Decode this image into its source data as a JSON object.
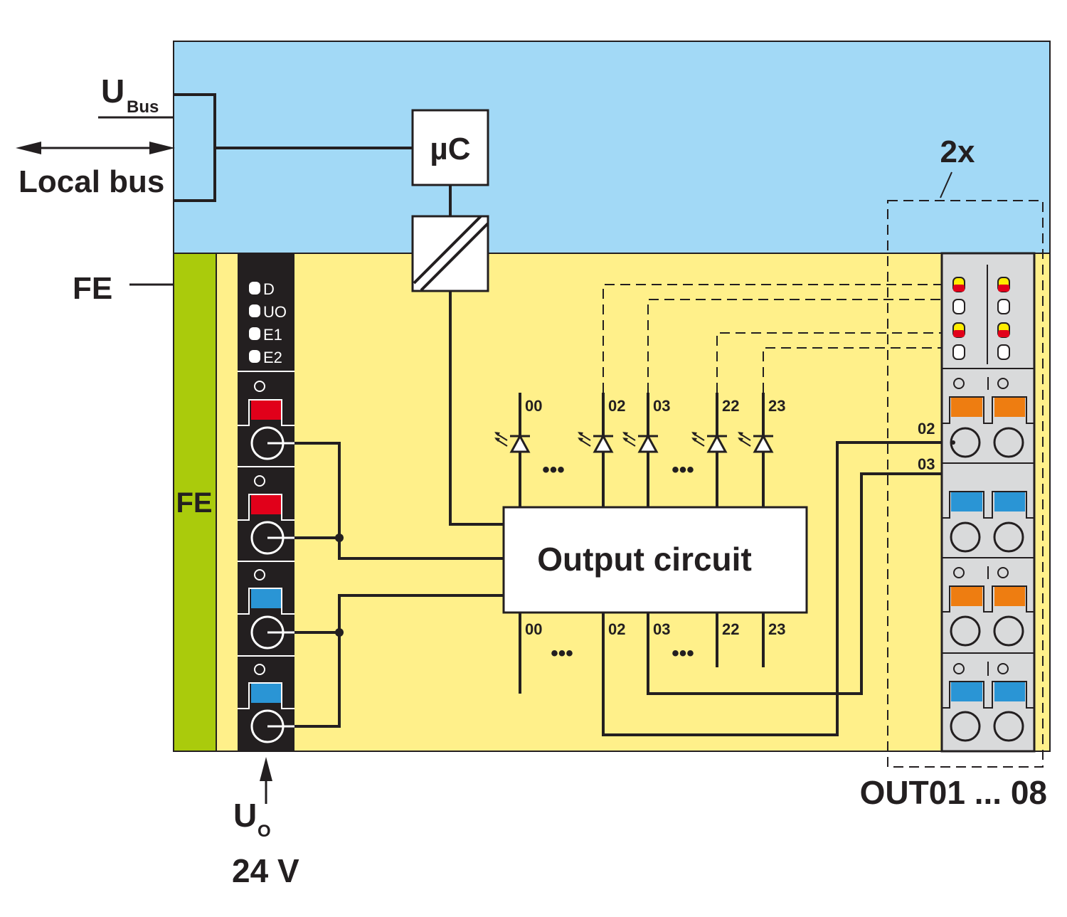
{
  "labels": {
    "u_bus": "U",
    "u_bus_sub": "Bus",
    "local_bus": "Local bus",
    "fe_left": "FE",
    "fe_strip": "FE",
    "microcontroller": "µC",
    "output_circuit": "Output circuit",
    "multiplier": "2x",
    "outputs_range": "OUT01 ... 08",
    "u_o": "U",
    "u_o_sub": "O",
    "supply_voltage": "24 V",
    "ellipsis": "•••"
  },
  "status_leds": [
    "D",
    "UO",
    "E1",
    "E2"
  ],
  "upper_channels": [
    "00",
    "02",
    "03",
    "22",
    "23"
  ],
  "lower_channels": [
    "00",
    "02",
    "03",
    "22",
    "23"
  ],
  "connector_pins": [
    "02",
    "03"
  ],
  "colors": {
    "bus_area": "#a2d9f6",
    "logic_area": "#fff08a",
    "fe_strip": "#aacb0c",
    "terminal_block": "#231f20",
    "red_terminal": "#e1001a",
    "blue_terminal": "#2a95d5",
    "orange_terminal": "#ee7d11",
    "connector": "#d9dadb",
    "led_yellow": "#ffed00"
  }
}
